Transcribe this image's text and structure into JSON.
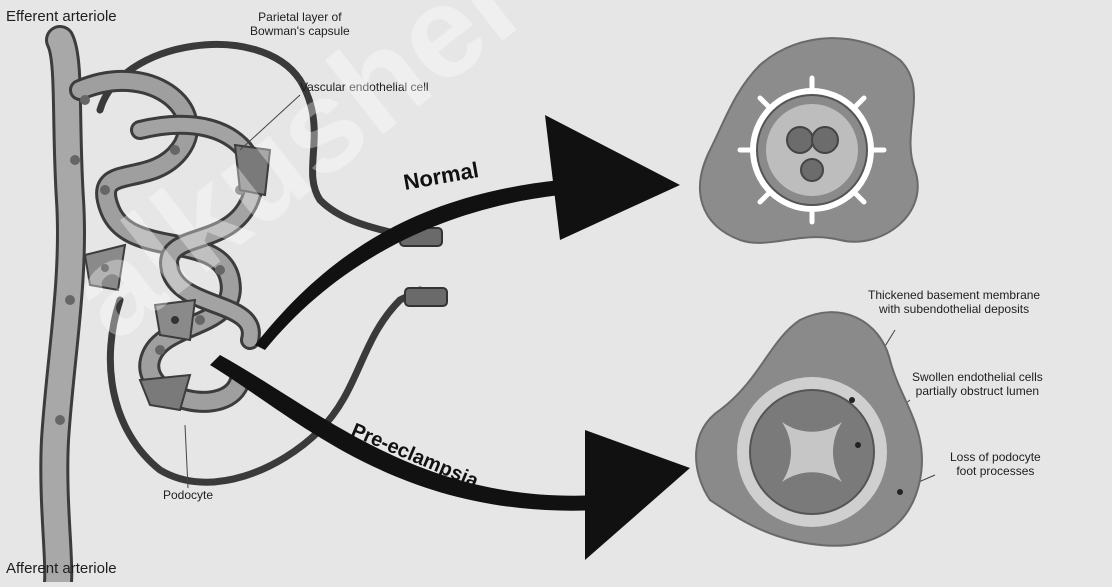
{
  "labels": {
    "efferent_arteriole": "Efferent arteriole",
    "afferent_arteriole": "Afferent arteriole",
    "parietal_layer": "Parietal layer of\nBowman's capsule",
    "vascular_endothelial_cell": "Vascular endothelial cell",
    "podocyte": "Podocyte",
    "normal": "Normal",
    "pre_eclampsia": "Pre-eclampsia",
    "thickened_membrane": "Thickened basement membrane\nwith subendothelial deposits",
    "swollen_cells": "Swollen endothelial cells\npartially obstruct lumen",
    "loss_podocyte": "Loss of podocyte\nfoot processes"
  },
  "watermark": "alkusher-ti",
  "colors": {
    "background": "#e6e6e6",
    "vessel_fill": "#9a9a9a",
    "vessel_stroke": "#3c3c3c",
    "cell_dark": "#6f6f6f",
    "arrow": "#111111"
  }
}
